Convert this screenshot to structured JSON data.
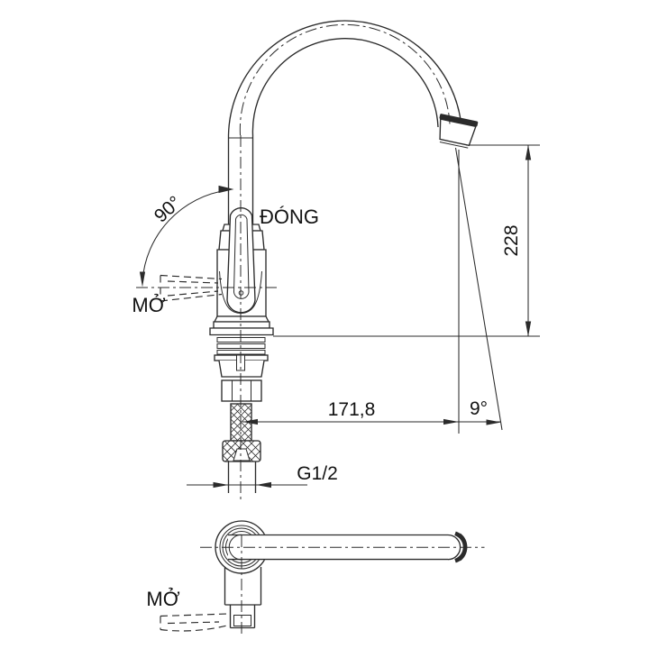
{
  "colors": {
    "background": "#ffffff",
    "line": "#2b2b2b",
    "text": "#121212"
  },
  "views": {
    "side": {
      "labels": {
        "handle_closed": "ĐÓNG",
        "handle_open": "MỞ",
        "swing_angle": "90°"
      },
      "dimensions": {
        "outlet_height": "228",
        "spout_reach": "171,8",
        "stream_angle": "9°",
        "inlet_thread": "G1/2"
      }
    },
    "top": {
      "labels": {
        "handle_open": "MỞ"
      }
    }
  }
}
